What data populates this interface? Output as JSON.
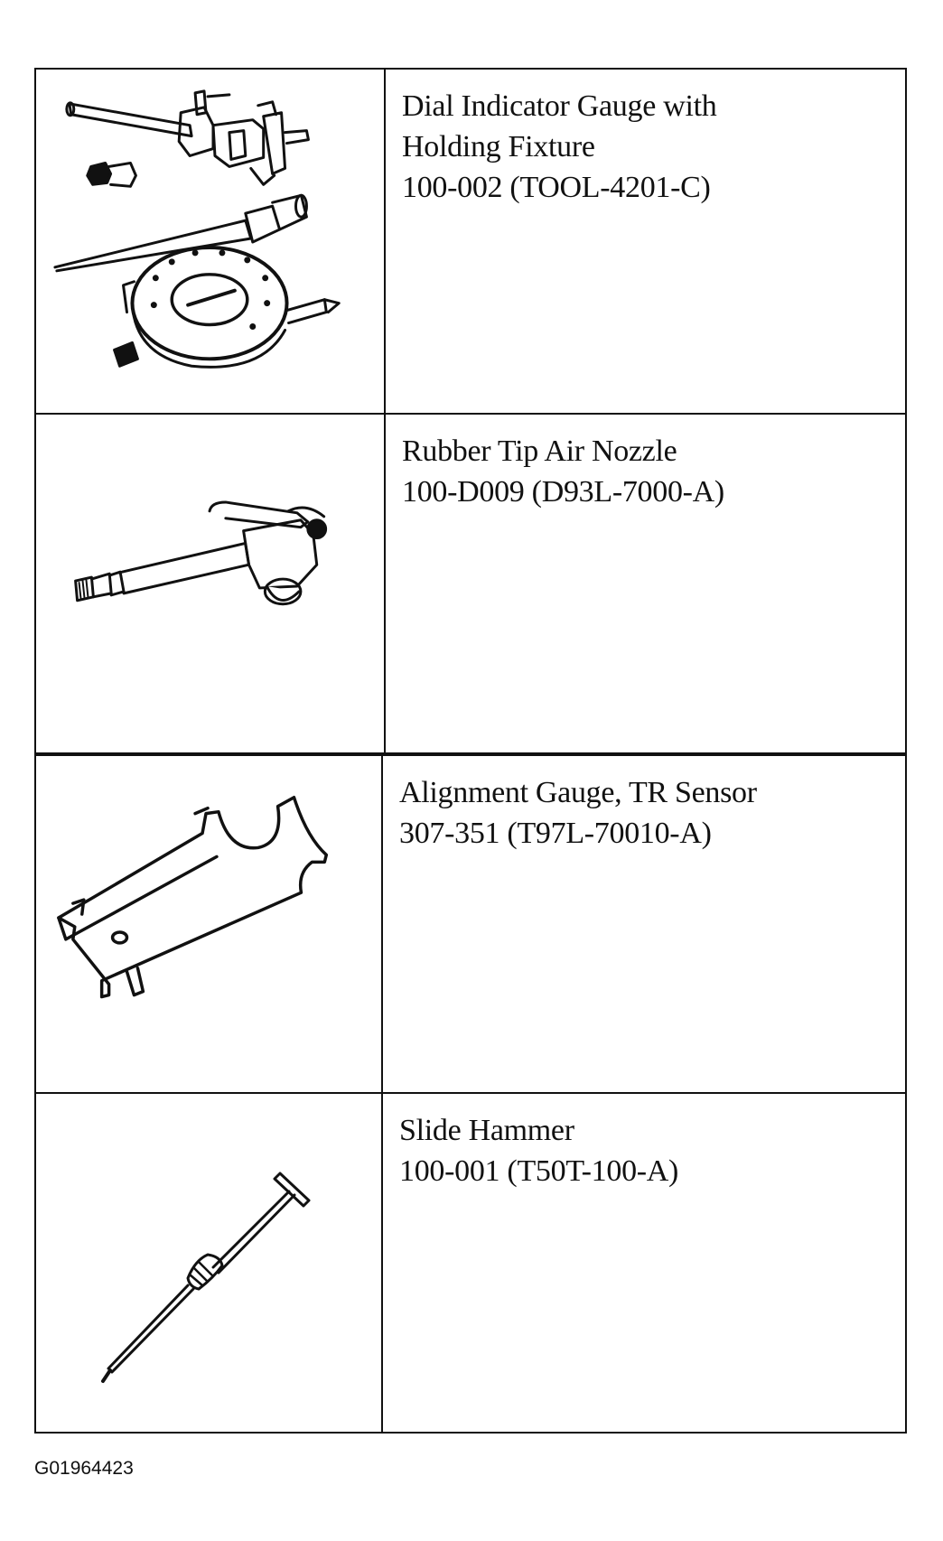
{
  "tools": [
    {
      "name": "Dial Indicator Gauge with\nHolding Fixture",
      "code": "100-002 (TOOL-4201-C)",
      "icon": "dial-indicator-gauge-icon"
    },
    {
      "name": "Rubber Tip Air Nozzle",
      "code": "100-D009 (D93L-7000-A)",
      "icon": "air-nozzle-icon"
    },
    {
      "name": "Alignment Gauge, TR Sensor",
      "code": "307-351 (T97L-70010-A)",
      "icon": "alignment-gauge-icon"
    },
    {
      "name": "Slide Hammer",
      "code": "100-001 (T50T-100-A)",
      "icon": "slide-hammer-icon"
    }
  ],
  "figure_id": "G01964423"
}
